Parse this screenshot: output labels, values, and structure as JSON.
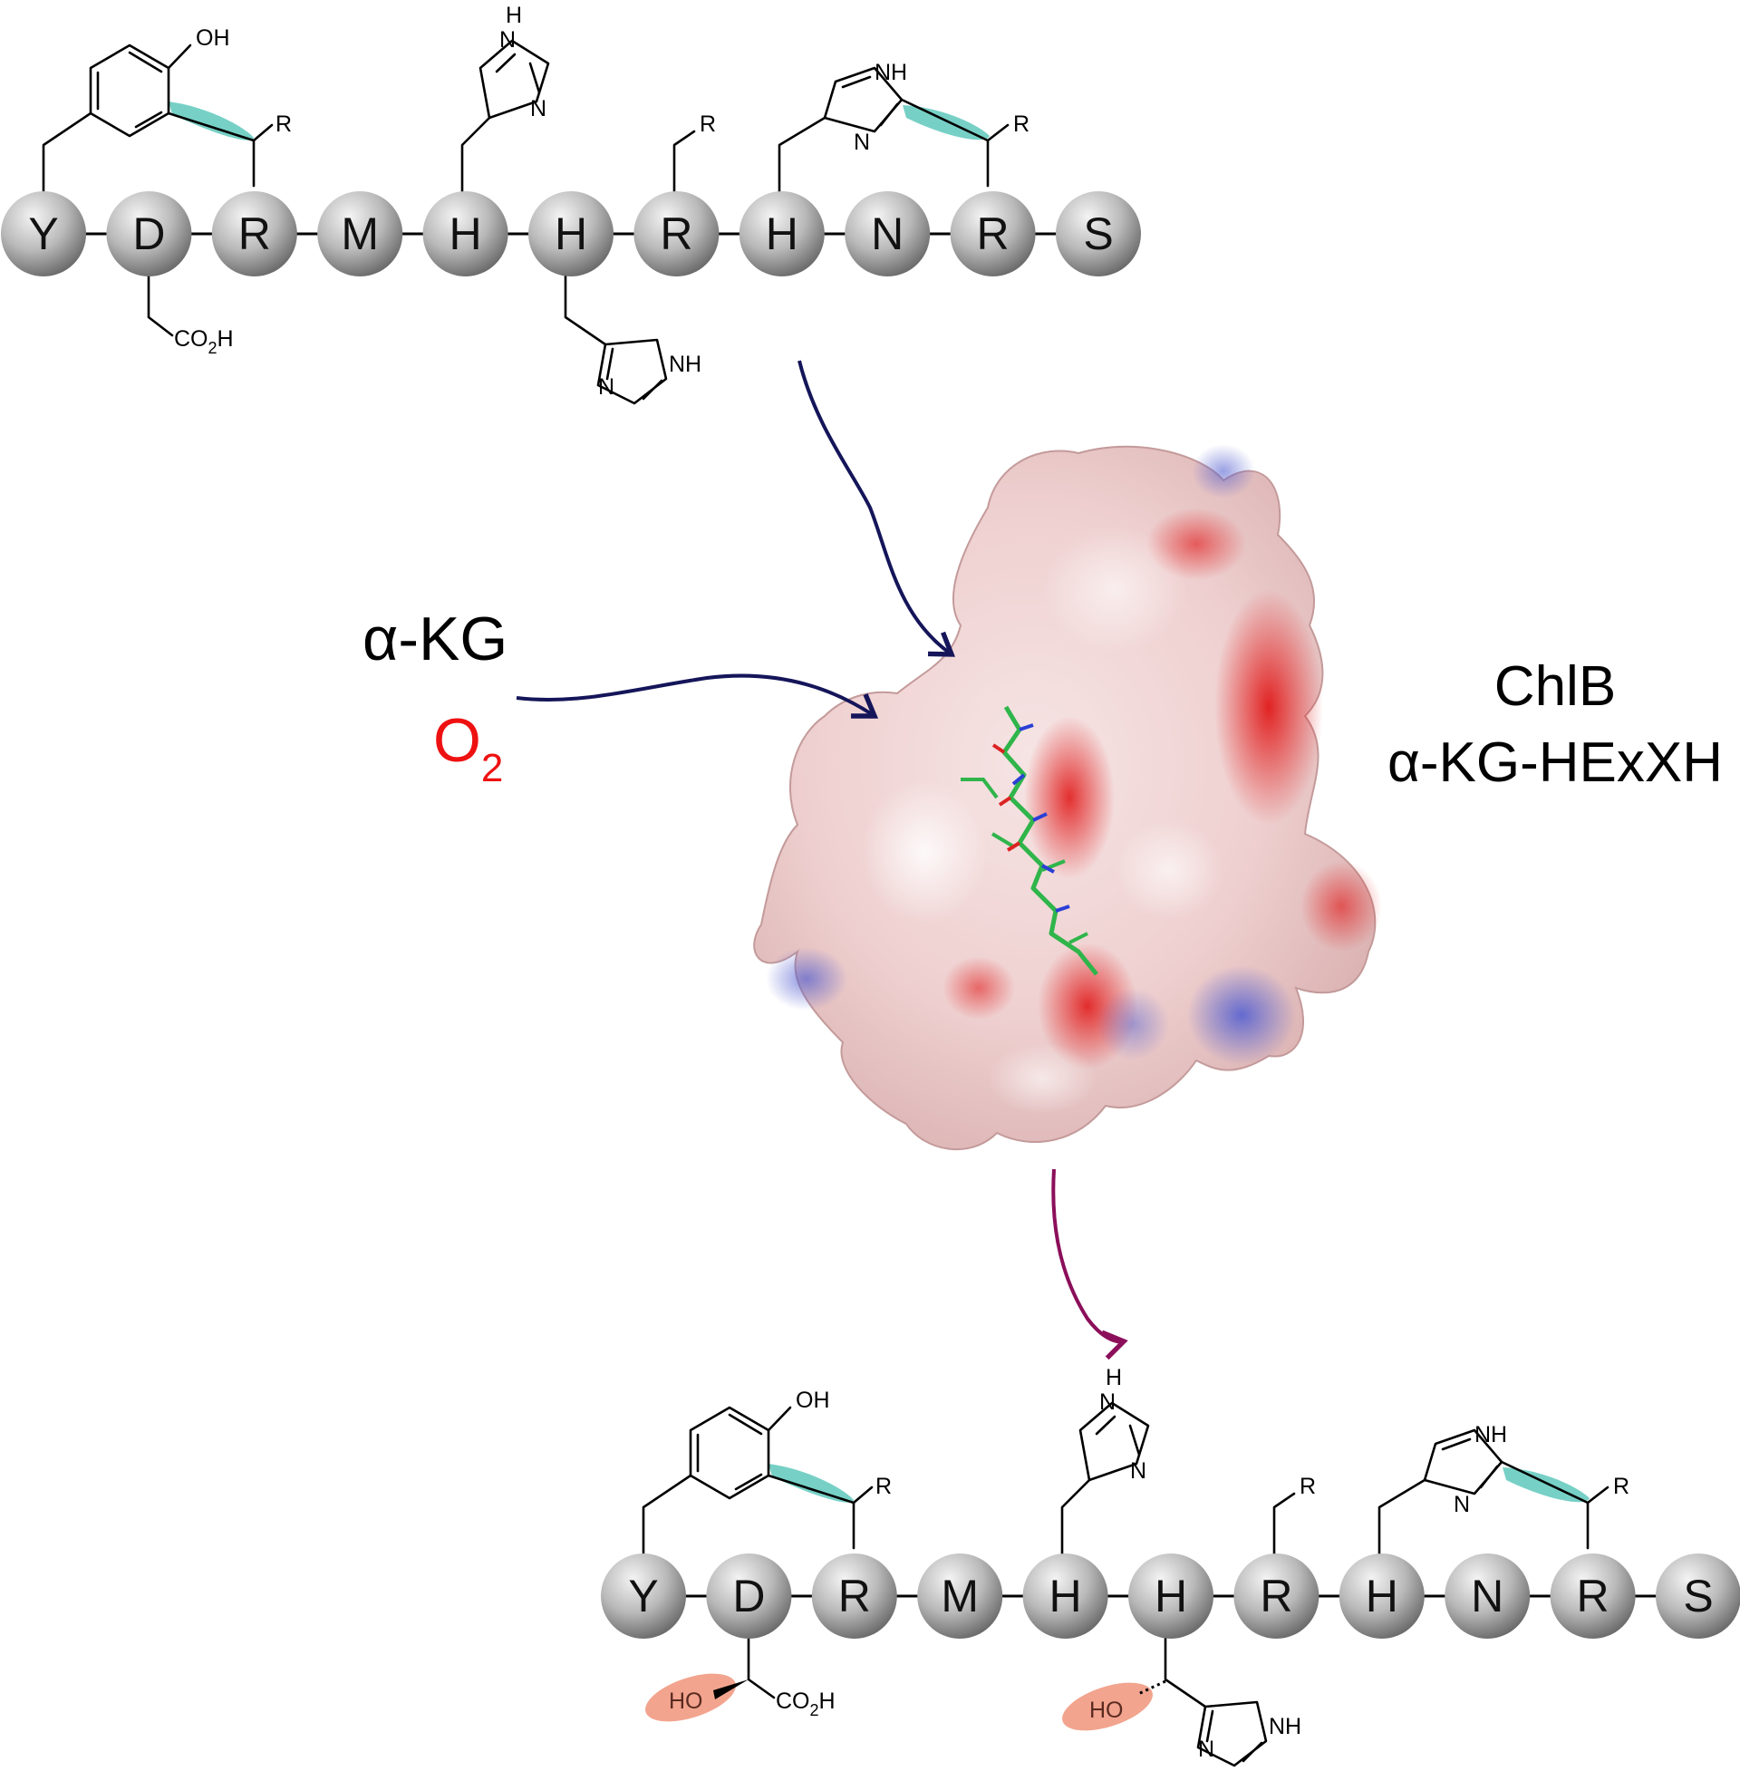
{
  "colors": {
    "arrow_in": "#15155a",
    "arrow_out": "#8b0f5a",
    "crosslink": "#5fc8bc",
    "hydroxyl_mark": "#f0947a",
    "o2": "#ee1111",
    "residue_light": "#f2f2f2",
    "residue_dark": "#7a7a7a"
  },
  "substrate_peptide": {
    "residues": [
      "Y",
      "D",
      "R",
      "M",
      "H",
      "H",
      "R",
      "H",
      "N",
      "R",
      "S"
    ],
    "labels": {
      "oh": "OH",
      "r1": "R",
      "r2": "R",
      "r3": "R",
      "nh_top": "H",
      "n_top": "N",
      "n_top2": "N",
      "nh_right": "NH",
      "n_right": "N",
      "nh_low": "NH",
      "n_low": "N",
      "co2h_main": "CO",
      "co2h_sub": "2",
      "co2h_h": "H"
    }
  },
  "product_peptide": {
    "residues": [
      "Y",
      "D",
      "R",
      "M",
      "H",
      "H",
      "R",
      "H",
      "N",
      "R",
      "S"
    ],
    "labels": {
      "oh": "OH",
      "r1": "R",
      "r2": "R",
      "r3": "R",
      "nh_top": "H",
      "n_top": "N",
      "n_top2": "N",
      "nh_right": "NH",
      "n_right": "N",
      "nh_low": "NH",
      "n_low": "N",
      "co2h_main": "CO",
      "co2h_sub": "2",
      "co2h_h": "H",
      "ho1": "HO",
      "ho2": "HO"
    }
  },
  "cosubstrates": {
    "akg": "α-KG",
    "o2_main": "O",
    "o2_sub": "2"
  },
  "enzyme": {
    "name": "ChlB",
    "class": "α-KG-HExXH"
  }
}
